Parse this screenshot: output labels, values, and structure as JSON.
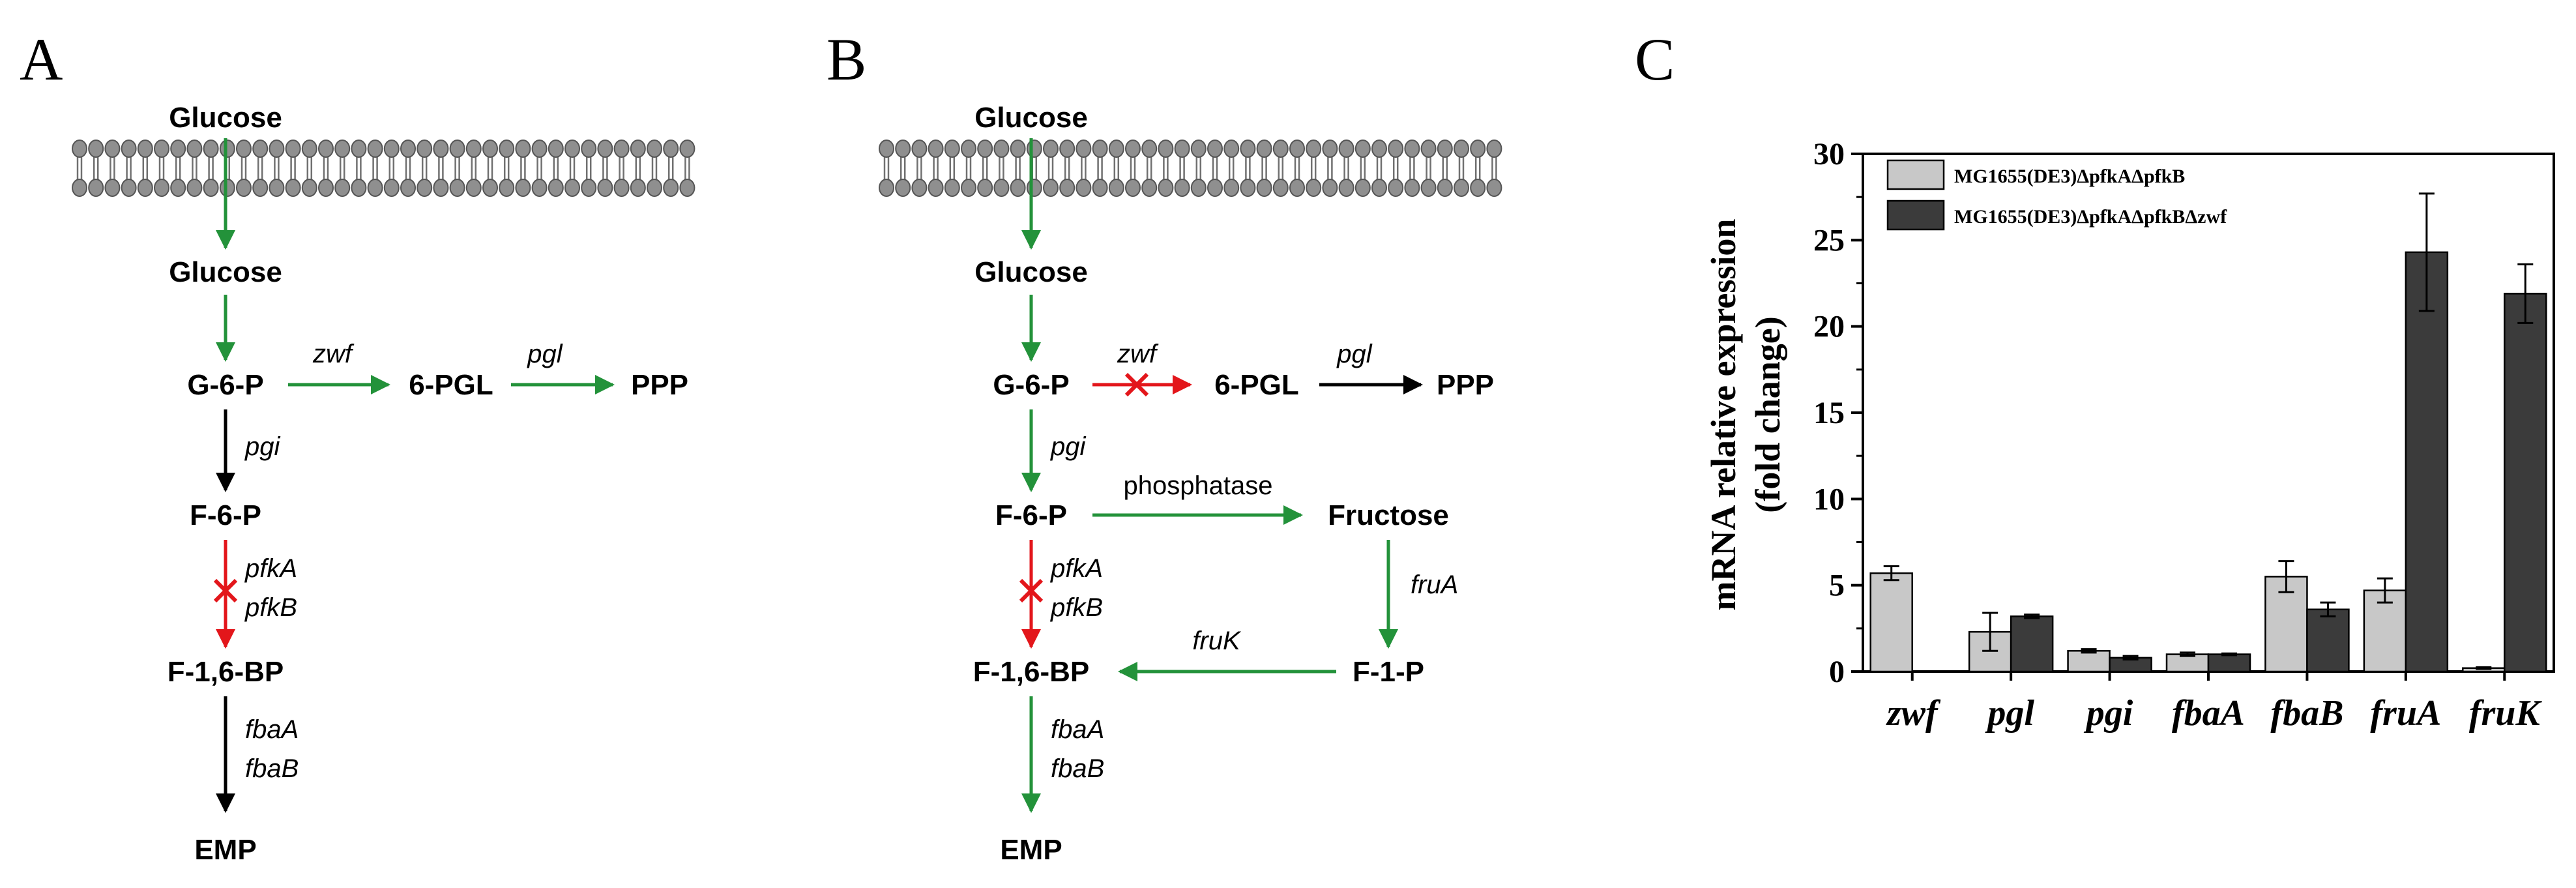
{
  "panels": {
    "a": "A",
    "b": "B",
    "c": "C"
  },
  "colors": {
    "green": "#23923a",
    "red": "#e3161b",
    "black": "#000000",
    "light_bar": "#c8c8c8",
    "dark_bar": "#3b3b3b"
  },
  "pathway_a": {
    "glucose_out": "Glucose",
    "glucose_in": "Glucose",
    "g6p": "G-6-P",
    "pgl6": "6-PGL",
    "ppp": "PPP",
    "f6p": "F-6-P",
    "f16bp": "F-1,6-BP",
    "emp": "EMP",
    "zwf": "zwf",
    "pgl": "pgl",
    "pgi": "pgi",
    "pfkA": "pfkA",
    "pfkB": "pfkB",
    "fbaA": "fbaA",
    "fbaB": "fbaB"
  },
  "pathway_b": {
    "glucose_out": "Glucose",
    "glucose_in": "Glucose",
    "g6p": "G-6-P",
    "pgl6": "6-PGL",
    "ppp": "PPP",
    "f6p": "F-6-P",
    "fructose": "Fructose",
    "f1p": "F-1-P",
    "f16bp": "F-1,6-BP",
    "emp": "EMP",
    "zwf": "zwf",
    "pgl": "pgl",
    "pgi": "pgi",
    "phosphatase": "phosphatase",
    "fruA": "fruA",
    "fruK": "fruK",
    "pfkA": "pfkA",
    "pfkB": "pfkB",
    "fbaA": "fbaA",
    "fbaB": "fbaB"
  },
  "chart_data": {
    "type": "bar",
    "categories": [
      "zwf",
      "pgl",
      "pgi",
      "fbaA",
      "fbaB",
      "fruA",
      "fruK"
    ],
    "ylabel_line1": "mRNA relative expression",
    "ylabel_line2": "(fold change)",
    "ylim": [
      0,
      30
    ],
    "yticks": [
      0,
      5,
      10,
      15,
      20,
      25,
      30
    ],
    "legend_position": "top-left",
    "series": [
      {
        "name": "MG1655(DE3)ΔpfkAΔpfkB",
        "color": "#c8c8c8",
        "values": [
          5.7,
          2.3,
          1.2,
          1.0,
          5.5,
          4.7,
          0.2
        ],
        "errors": [
          0.4,
          1.1,
          0.1,
          0.1,
          0.9,
          0.7,
          0.05
        ]
      },
      {
        "name": "MG1655(DE3)ΔpfkAΔpfkBΔzwf",
        "color": "#3b3b3b",
        "values": [
          0.0,
          3.2,
          0.8,
          1.0,
          3.6,
          24.3,
          21.9
        ],
        "errors": [
          0.0,
          0.1,
          0.1,
          0.05,
          0.4,
          3.4,
          1.7
        ]
      }
    ]
  }
}
